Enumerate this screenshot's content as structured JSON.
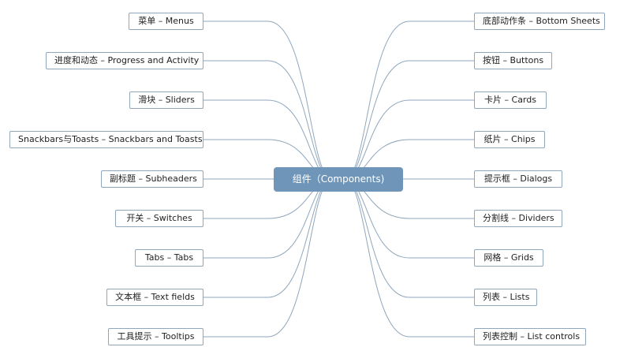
{
  "center": {
    "label": "组件（Components)"
  },
  "left_nodes": [
    {
      "label": "菜单 – Menus"
    },
    {
      "label": "进度和动态 – Progress and Activity"
    },
    {
      "label": "滑块 – Sliders"
    },
    {
      "label": "Snackbars与Toasts – Snackbars and Toasts"
    },
    {
      "label": "副标题 – Subheaders"
    },
    {
      "label": "开关 – Switches"
    },
    {
      "label": "Tabs – Tabs"
    },
    {
      "label": "文本框 – Text fields"
    },
    {
      "label": "工具提示 – Tooltips"
    }
  ],
  "right_nodes": [
    {
      "label": "底部动作条 – Bottom Sheets"
    },
    {
      "label": "按钮 – Buttons"
    },
    {
      "label": "卡片 – Cards"
    },
    {
      "label": "纸片 – Chips"
    },
    {
      "label": "提示框 – Dialogs"
    },
    {
      "label": "分割线 – Dividers"
    },
    {
      "label": "网格 – Grids"
    },
    {
      "label": "列表 – Lists"
    },
    {
      "label": "列表控制 – List controls"
    }
  ],
  "colors": {
    "center_fill": "#6f96b9",
    "connector": "#8fa6bd",
    "node_border": "#8fa6bd"
  }
}
